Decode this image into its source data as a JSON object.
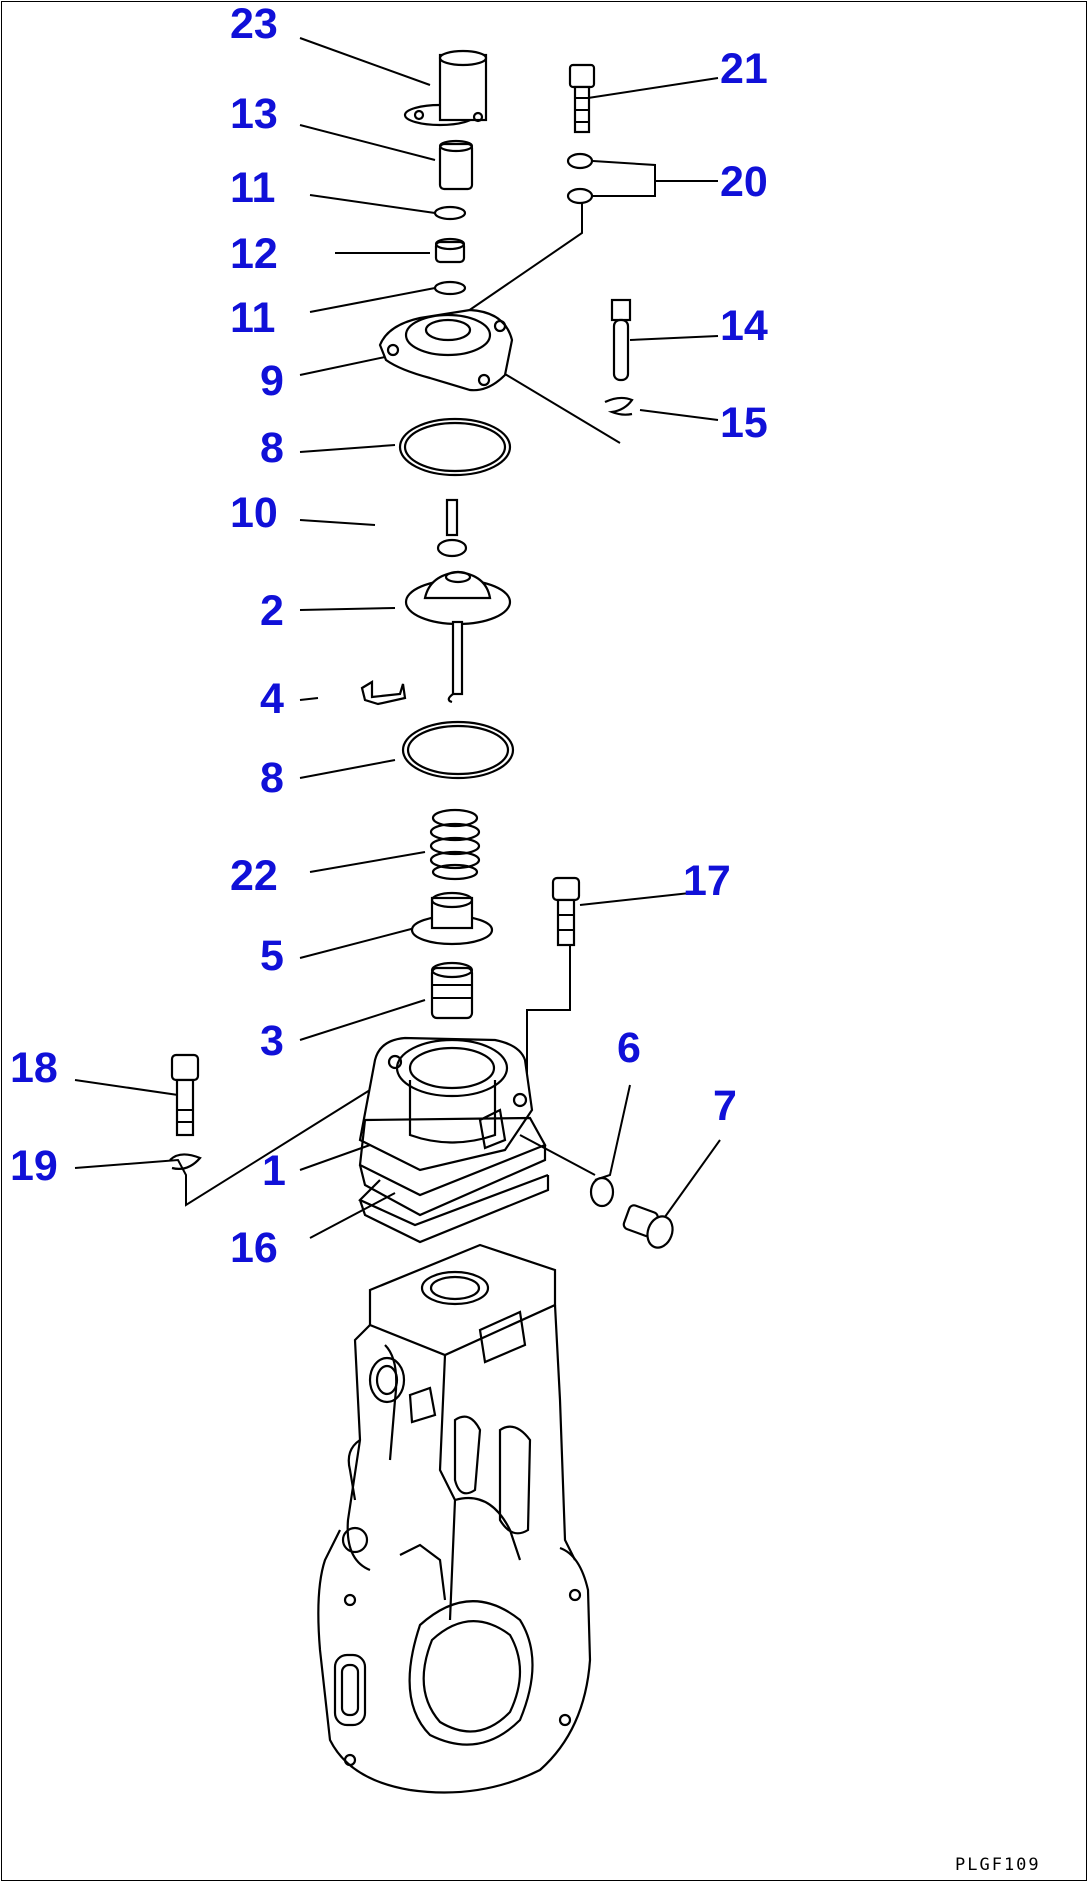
{
  "callouts": [
    {
      "id": "23",
      "text": "23"
    },
    {
      "id": "13",
      "text": "13"
    },
    {
      "id": "11a",
      "text": "11"
    },
    {
      "id": "12",
      "text": "12"
    },
    {
      "id": "11b",
      "text": "11"
    },
    {
      "id": "9",
      "text": "9"
    },
    {
      "id": "8a",
      "text": "8"
    },
    {
      "id": "10",
      "text": "10"
    },
    {
      "id": "2",
      "text": "2"
    },
    {
      "id": "4",
      "text": "4"
    },
    {
      "id": "8b",
      "text": "8"
    },
    {
      "id": "22",
      "text": "22"
    },
    {
      "id": "5",
      "text": "5"
    },
    {
      "id": "3",
      "text": "3"
    },
    {
      "id": "18",
      "text": "18"
    },
    {
      "id": "19",
      "text": "19"
    },
    {
      "id": "1",
      "text": "1"
    },
    {
      "id": "16",
      "text": "16"
    },
    {
      "id": "21",
      "text": "21"
    },
    {
      "id": "20",
      "text": "20"
    },
    {
      "id": "14",
      "text": "14"
    },
    {
      "id": "15",
      "text": "15"
    },
    {
      "id": "17",
      "text": "17"
    },
    {
      "id": "6",
      "text": "6"
    },
    {
      "id": "7",
      "text": "7"
    }
  ],
  "drawing_code": "PLGF109",
  "colors": {
    "callout": "#1010d8",
    "line": "#000000",
    "background": "#ffffff"
  }
}
